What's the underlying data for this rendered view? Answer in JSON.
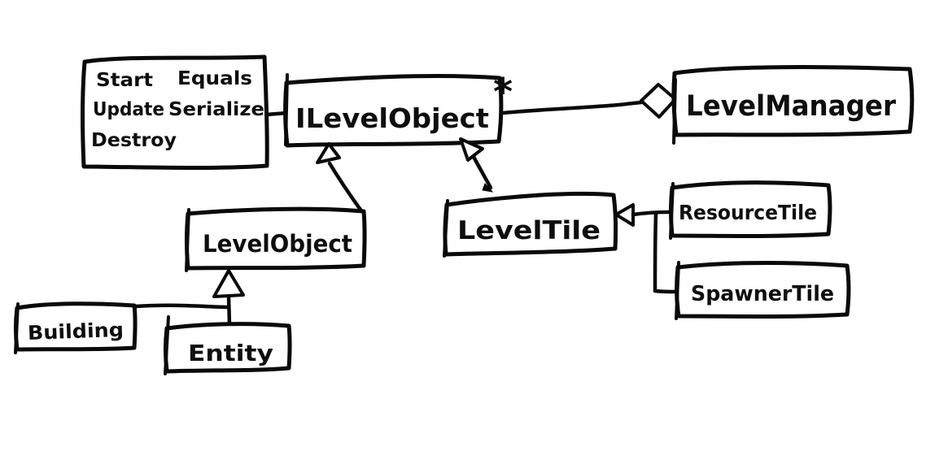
{
  "diagram": {
    "kind": "hand-drawn UML class diagram",
    "background_color": "#ffffff",
    "ink_color": "#0a0a0a",
    "nodes": {
      "interface_methods": {
        "start": "Start",
        "equals": "Equals",
        "update": "Update",
        "serialize": "Serialize",
        "destroy": "Destroy"
      },
      "ilevel_object": {
        "label": "ILevelObject",
        "multiplicity": "*"
      },
      "level_manager": {
        "label": "LevelManager"
      },
      "level_object": {
        "label": "LevelObject"
      },
      "level_tile": {
        "label": "LevelTile"
      },
      "resource_tile": {
        "label": "ResourceTile"
      },
      "spawner_tile": {
        "label": "SpawnerTile"
      },
      "building": {
        "label": "Building"
      },
      "entity": {
        "label": "Entity"
      }
    },
    "edges": [
      {
        "from": "ILevelObject",
        "to": "LevelManager",
        "type": "aggregation",
        "multiplicity": "*"
      },
      {
        "from": "LevelObject",
        "to": "ILevelObject",
        "type": "inheritance"
      },
      {
        "from": "LevelTile",
        "to": "ILevelObject",
        "type": "inheritance"
      },
      {
        "from": "ResourceTile",
        "to": "LevelTile",
        "type": "inheritance"
      },
      {
        "from": "SpawnerTile",
        "to": "LevelTile",
        "type": "inheritance"
      },
      {
        "from": "Building",
        "to": "LevelObject",
        "type": "inheritance"
      },
      {
        "from": "Entity",
        "to": "LevelObject",
        "type": "inheritance"
      },
      {
        "from": "methods-note",
        "to": "ILevelObject",
        "type": "attached-note"
      }
    ]
  }
}
